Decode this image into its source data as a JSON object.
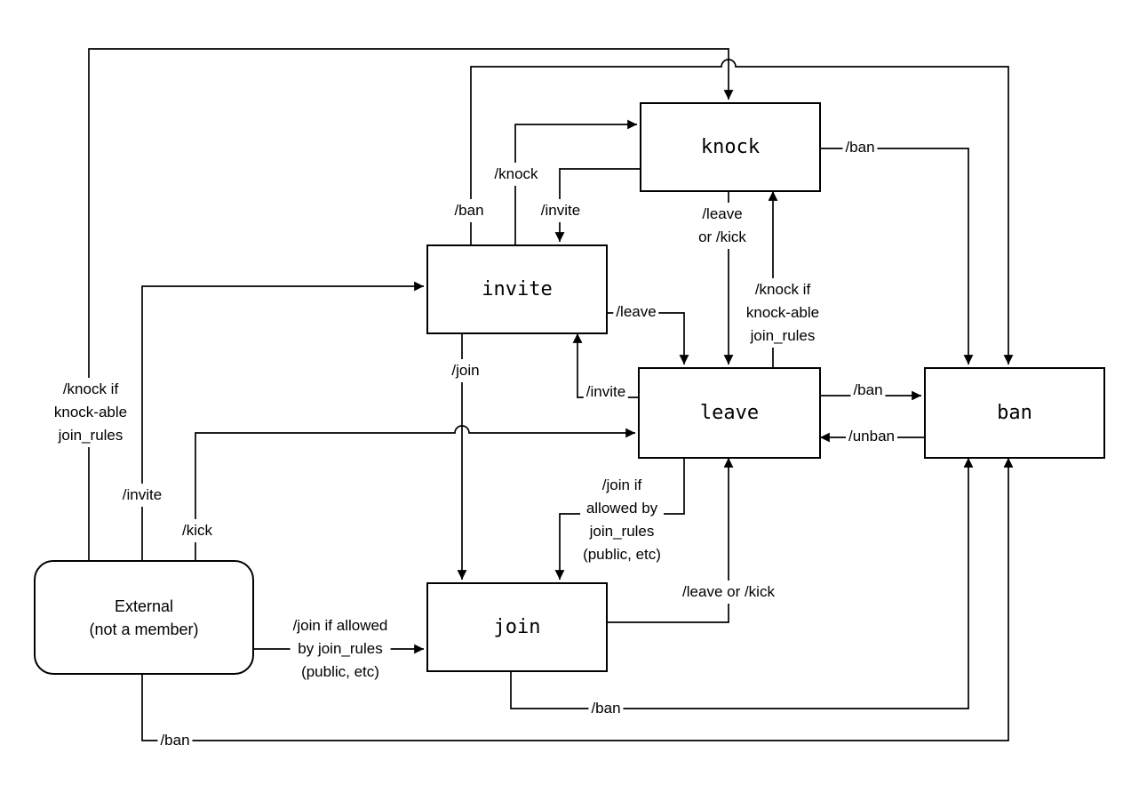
{
  "diagram": {
    "colors": {
      "stroke": "#000000",
      "background": "#ffffff",
      "box_fill": "#ffffff"
    },
    "nodes": {
      "knock": {
        "label": "knock"
      },
      "invite": {
        "label": "invite"
      },
      "leave": {
        "label": "leave"
      },
      "ban": {
        "label": "ban"
      },
      "join": {
        "label": "join"
      },
      "external": {
        "label": "External\n(not a member)"
      }
    },
    "edges": {
      "external_knock": {
        "from": "external",
        "to": "knock",
        "label": "/knock if\nknock-able\njoin_rules"
      },
      "external_invite": {
        "from": "external",
        "to": "invite",
        "label": "/invite"
      },
      "external_leave": {
        "from": "external",
        "to": "leave",
        "label": "/kick"
      },
      "external_join": {
        "from": "external",
        "to": "join",
        "label": "/join if allowed\nby join_rules\n(public, etc)"
      },
      "external_ban": {
        "from": "external",
        "to": "ban",
        "label": "/ban"
      },
      "invite_knock": {
        "from": "invite",
        "to": "knock",
        "label": "/knock"
      },
      "invite_ban": {
        "from": "invite",
        "to": "ban",
        "label": "/ban"
      },
      "invite_leave": {
        "from": "invite",
        "to": "leave",
        "label": "/leave"
      },
      "invite_join": {
        "from": "invite",
        "to": "join",
        "label": "/join"
      },
      "knock_invite": {
        "from": "knock",
        "to": "invite",
        "label": "/invite"
      },
      "knock_leave": {
        "from": "knock",
        "to": "leave",
        "label": "/leave\nor /kick"
      },
      "knock_ban": {
        "from": "knock",
        "to": "ban",
        "label": "/ban"
      },
      "leave_knock": {
        "from": "leave",
        "to": "knock",
        "label": "/knock if\nknock-able\njoin_rules"
      },
      "leave_invite": {
        "from": "leave",
        "to": "invite",
        "label": "/invite"
      },
      "leave_ban": {
        "from": "leave",
        "to": "ban",
        "label": "/ban"
      },
      "leave_join": {
        "from": "leave",
        "to": "join",
        "label": "/join if\nallowed by\njoin_rules\n(public, etc)"
      },
      "ban_leave": {
        "from": "ban",
        "to": "leave",
        "label": "/unban"
      },
      "join_leave": {
        "from": "join",
        "to": "leave",
        "label": "/leave or /kick"
      },
      "join_ban": {
        "from": "join",
        "to": "ban",
        "label": "/ban"
      }
    }
  }
}
